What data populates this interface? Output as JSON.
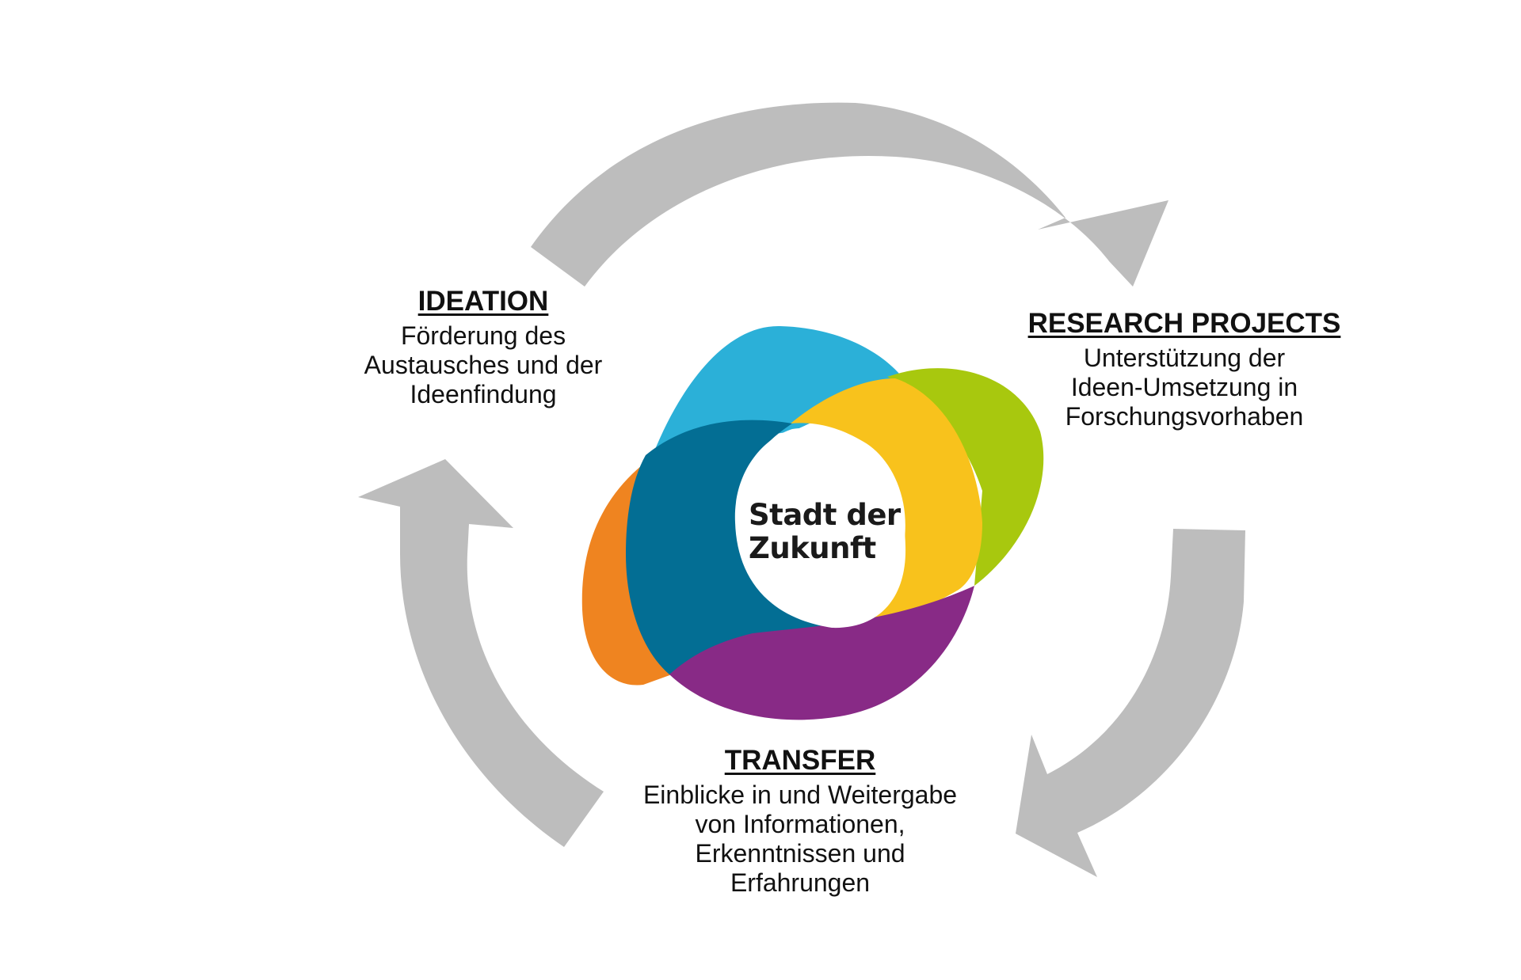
{
  "stages": [
    {
      "id": "ideation",
      "title": "IDEATION",
      "description": [
        "Förderung des",
        "Austausches und der",
        "Ideenfindung"
      ]
    },
    {
      "id": "research",
      "title": "RESEARCH PROJECTS",
      "description": [
        "Unterstützung der",
        "Ideen-Umsetzung in",
        "Forschungsvorhaben"
      ]
    },
    {
      "id": "transfer",
      "title": "TRANSFER",
      "description": [
        "Einblicke in und Weitergabe",
        "von Informationen,",
        "Erkenntnissen und",
        "Erfahrungen"
      ]
    }
  ],
  "logo": {
    "line1": "Stadt der",
    "line2": "Zukunft"
  },
  "colors": {
    "arrow": "#bdbdbd",
    "cyan": "#2bb0d8",
    "green": "#a8c80e",
    "yellow": "#f8c21c",
    "orange": "#ef8420",
    "dark_blue": "#036e94",
    "purple": "#882a86"
  }
}
